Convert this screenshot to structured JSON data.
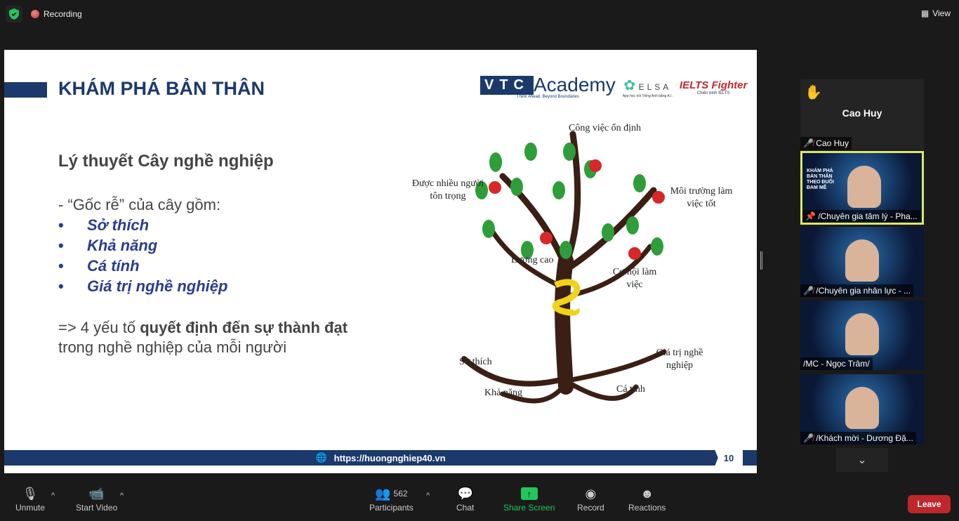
{
  "topbar": {
    "recording": "Recording",
    "view": "View"
  },
  "slide": {
    "title": "KHÁM PHÁ BẢN THÂN",
    "logos": {
      "vtc": "VTC",
      "academy": "Academy",
      "tagline": "Think Ahead, Beyond Boundaries",
      "elsa": "ELSA",
      "elsa_sub": "App học nói Tiếng Anh bằng A.I.",
      "ielts": "IELTS Fighter",
      "ielts_sub": "Chiến binh IELTS"
    },
    "subtitle": "Lý thuyết Cây nghề nghiệp",
    "roots_intro": "- “Gốc rễ” của cây gồm:",
    "bullets": [
      "Sở thích",
      "Khả năng",
      "Cá tính",
      "Giá trị nghề nghiệp"
    ],
    "conclusion_prefix": "=> 4 yếu tố ",
    "conclusion_bold": "quyết định đến sự thành đạt",
    "conclusion_rest": "trong nghề nghiệp của mỗi người",
    "tree_labels": {
      "cong_viec": "Công việc ổn định",
      "ton_trong": "Được nhiều người tôn trọng",
      "moi_truong": "Môi trường làm việc tốt",
      "luong": "Lương cao",
      "co_hoi": "Cơ hội làm việc",
      "so_thich": "Sở thích",
      "gia_tri": "Giá trị nghề nghiệp",
      "kha_nang": "Khả năng",
      "ca_tinh": "Cá tính"
    },
    "footer_url": "https://huongnghiep40.vn",
    "page_number": "10"
  },
  "participants_panel": [
    {
      "name": "Cao Huy",
      "display": "Cao Huy",
      "hand_raised": true,
      "muted": true
    },
    {
      "name": "/Chuyên gia tâm lý - Pha...",
      "muted": false,
      "speaking": true
    },
    {
      "name": "/Chuyên gia nhân lực - ...",
      "muted": true
    },
    {
      "name": "/MC - Ngọc Trâm/",
      "muted": false
    },
    {
      "name": "/Khách mời - Dương Đặ...",
      "muted": true
    }
  ],
  "video_bg_text": "KHÁM PHÁ BẢN THÂN THEO ĐUỔI ĐAM MÊ",
  "toolbar": {
    "unmute": "Unmute",
    "start_video": "Start Video",
    "participants": "Participants",
    "participant_count": "562",
    "chat": "Chat",
    "share_screen": "Share Screen",
    "record": "Record",
    "reactions": "Reactions",
    "leave": "Leave"
  },
  "colors": {
    "navy": "#1b3a6b",
    "share_green": "#22c55e",
    "leave_red": "#c0272d",
    "speaker_border": "#d8e86a"
  }
}
